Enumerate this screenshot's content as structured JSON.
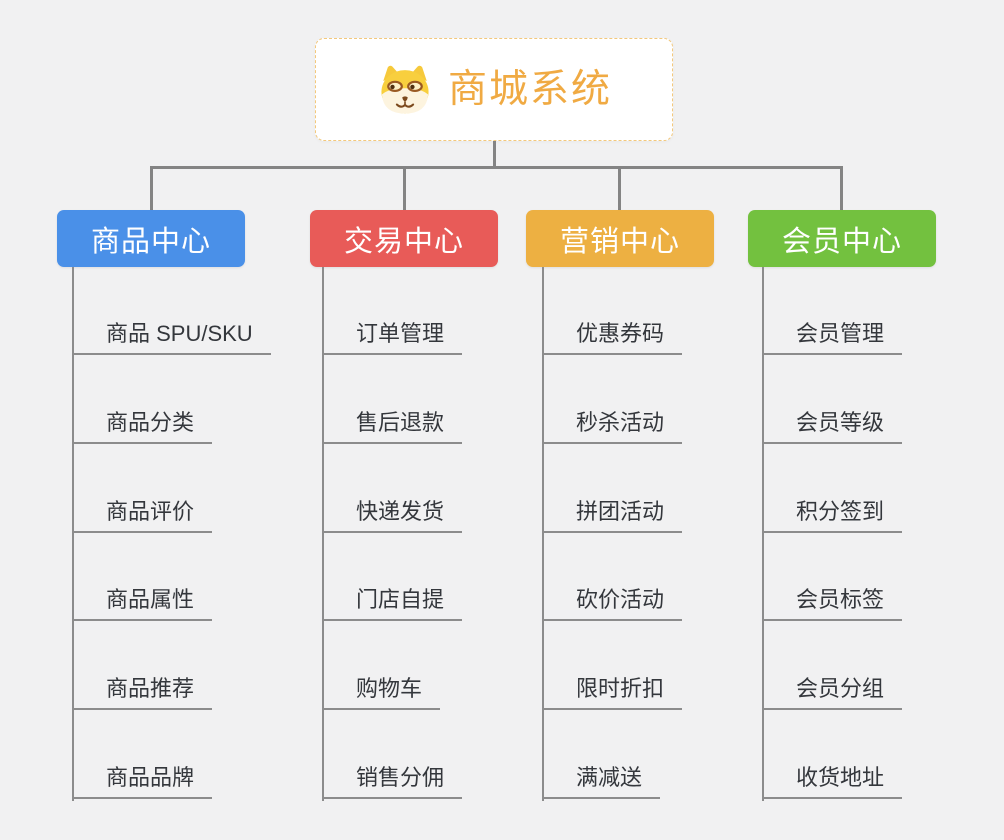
{
  "page": {
    "background_color": "#f1f1f2",
    "connector_color": "#848484"
  },
  "root": {
    "title": "商城系统",
    "icon": "shiba-dog-face-icon",
    "text_color": "#f0aa43",
    "border_color": "#f3c87c"
  },
  "columns": [
    {
      "label": "商品中心",
      "color": "#4a90e8",
      "items": [
        "商品 SPU/SKU",
        "商品分类",
        "商品评价",
        "商品属性",
        "商品推荐",
        "商品品牌"
      ]
    },
    {
      "label": "交易中心",
      "color": "#e85b58",
      "items": [
        "订单管理",
        "售后退款",
        "快递发货",
        "门店自提",
        "购物车",
        "销售分佣"
      ]
    },
    {
      "label": "营销中心",
      "color": "#edb042",
      "items": [
        "优惠券码",
        "秒杀活动",
        "拼团活动",
        "砍价活动",
        "限时折扣",
        "满减送"
      ]
    },
    {
      "label": "会员中心",
      "color": "#73c13f",
      "items": [
        "会员管理",
        "会员等级",
        "积分签到",
        "会员标签",
        "会员分组",
        "收货地址"
      ]
    }
  ]
}
